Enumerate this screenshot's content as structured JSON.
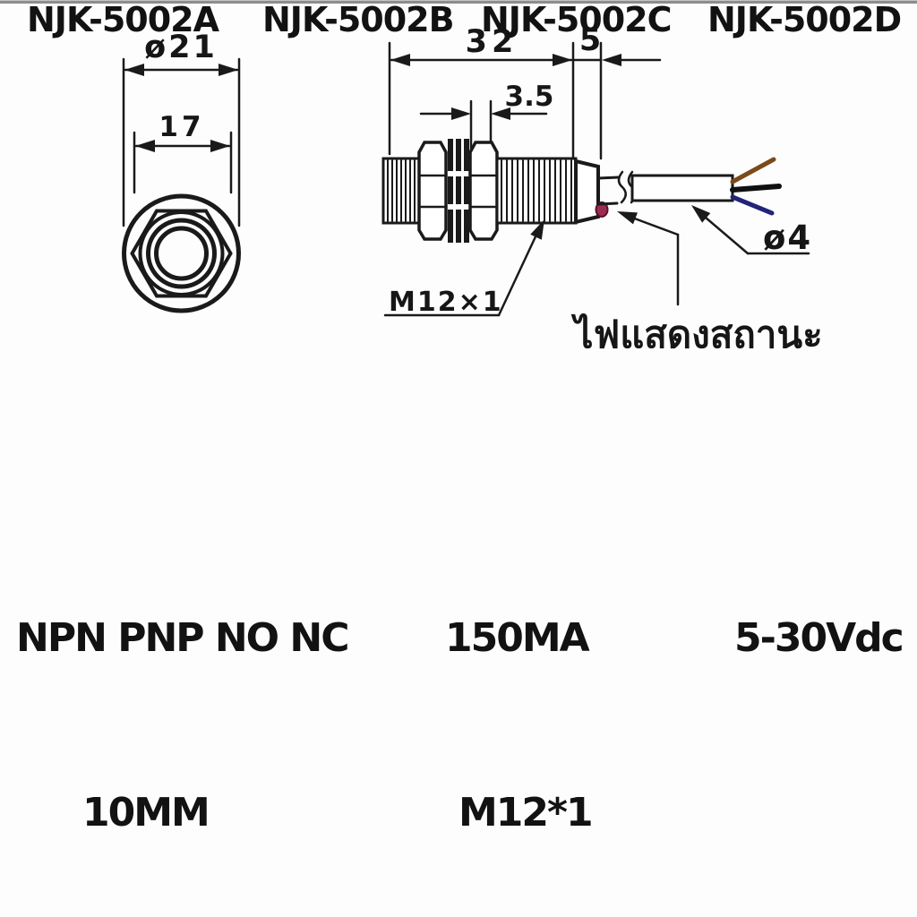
{
  "drawing": {
    "front_view": {
      "dim_diameter": "ø21",
      "dim_hex_width": "17"
    },
    "side_view": {
      "dim_body_length": "32",
      "dim_rear_cap": "5",
      "dim_nut_thickness": "3.5",
      "thread_label": "M12×1",
      "cable_diameter": "ø4",
      "indicator_label_thai": "ไฟแสดงสถานะ"
    },
    "colors": {
      "line": "#1a1a1a",
      "led": "#9c2b52",
      "wire_brown": "#7a4a1a",
      "wire_black": "#101010",
      "wire_blue": "#23237a"
    }
  },
  "spec_table": {
    "models": [
      "NJK-5002A",
      "NJK-5002B",
      "NJK-5002C",
      "NJK-5002D"
    ],
    "row1": {
      "output_types": "NPN PNP NO NC",
      "current_rating": "150MA",
      "voltage_range": "5-30Vdc"
    },
    "row2": {
      "sensing_distance": "10MM",
      "thread_spec": "M12*1"
    }
  }
}
